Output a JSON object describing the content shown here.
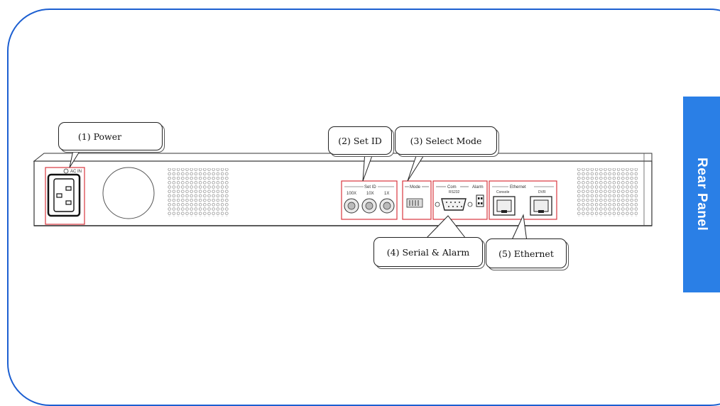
{
  "side_tab": {
    "label": "Rear Panel"
  },
  "callouts": {
    "power": "(1) Power",
    "set_id": "(2) Set ID",
    "select_mode": "(3) Select Mode",
    "serial_alarm": "(4) Serial  & Alarm",
    "ethernet": "(5) Ethernet"
  },
  "panel_labels": {
    "ac_in": "AC IN",
    "set_id": "Set ID",
    "set_id_100x": "100X",
    "set_id_10x": "10X",
    "set_id_1x": "1X",
    "mode": "Mode",
    "com": "Com",
    "rs232": "RS232",
    "alarm": "Alarm",
    "ethernet": "Ethernet",
    "console": "Console",
    "dvr": "DVR"
  },
  "colors": {
    "accent": "#2a7fe6",
    "frame": "#1c5fd1",
    "highlight": "#d9363e"
  }
}
